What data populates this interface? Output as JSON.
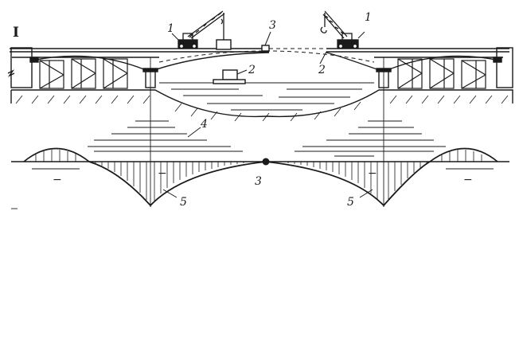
{
  "figure": {
    "section_label": "I",
    "labels": {
      "crane_left": "1",
      "crane_right": "1",
      "block_floating": "2",
      "block_right": "2",
      "hinge_top": "3",
      "hinge_bottom": "3",
      "positive_zone": "4",
      "diagram_left": "5",
      "diagram_right": "5"
    },
    "signs": {
      "left_minus": "−",
      "center_left_minus": "−",
      "center_right_minus": "−",
      "right_minus": "−"
    }
  }
}
